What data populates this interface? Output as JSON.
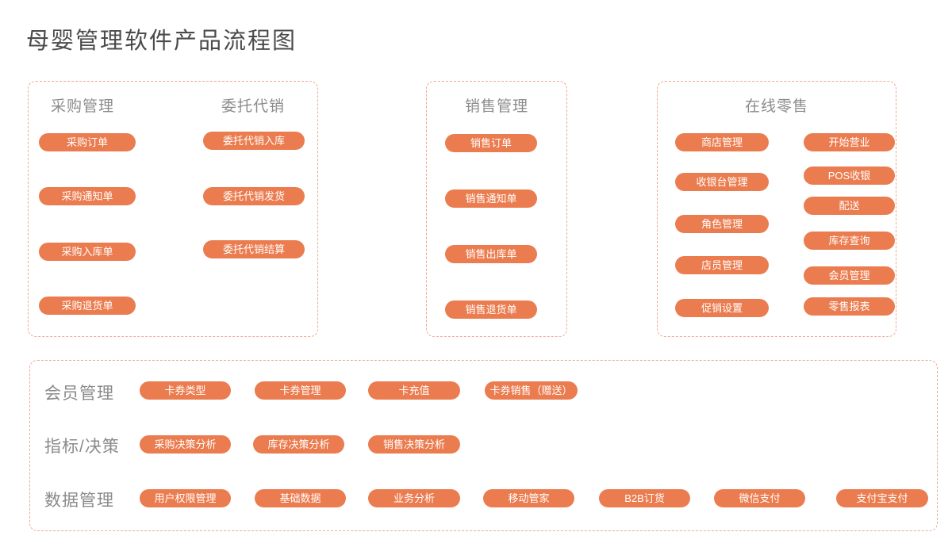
{
  "title": "母婴管理软件产品流程图",
  "colors": {
    "accent": "#eb7c4f",
    "dashed_border": "#f0a98e",
    "header_gray": "#8c8c8c",
    "title_gray": "#4b4b4b",
    "button_text": "#ffffff"
  },
  "panels": {
    "purchase_consignment": {
      "columns": [
        {
          "header": "采购管理",
          "buttons": [
            "采购订单",
            "采购通知单",
            "采购入库单",
            "采购退货单"
          ]
        },
        {
          "header": "委托代销",
          "buttons": [
            "委托代销入库",
            "委托代销发货",
            "委托代销结算"
          ]
        }
      ]
    },
    "sales": {
      "header": "销售管理",
      "buttons": [
        "销售订单",
        "销售通知单",
        "销售出库单",
        "销售退货单"
      ]
    },
    "online_retail": {
      "header": "在线零售",
      "columns": [
        {
          "buttons": [
            "商店管理",
            "收银台管理",
            "角色管理",
            "店员管理",
            "促销设置"
          ]
        },
        {
          "buttons": [
            "开始营业",
            "POS收银",
            "配送",
            "库存查询",
            "会员管理",
            "零售报表"
          ]
        }
      ]
    },
    "bottom": {
      "rows": [
        {
          "label": "会员管理",
          "buttons": [
            "卡券类型",
            "卡券管理",
            "卡充值",
            "卡券销售（赠送）"
          ]
        },
        {
          "label": "指标/决策",
          "buttons": [
            "采购决策分析",
            "库存决策分析",
            "销售决策分析"
          ]
        },
        {
          "label": "数据管理",
          "buttons": [
            "用户权限管理",
            "基础数据",
            "业务分析",
            "移动管家",
            "B2B订货",
            "微信支付",
            "支付宝支付"
          ]
        }
      ]
    }
  }
}
